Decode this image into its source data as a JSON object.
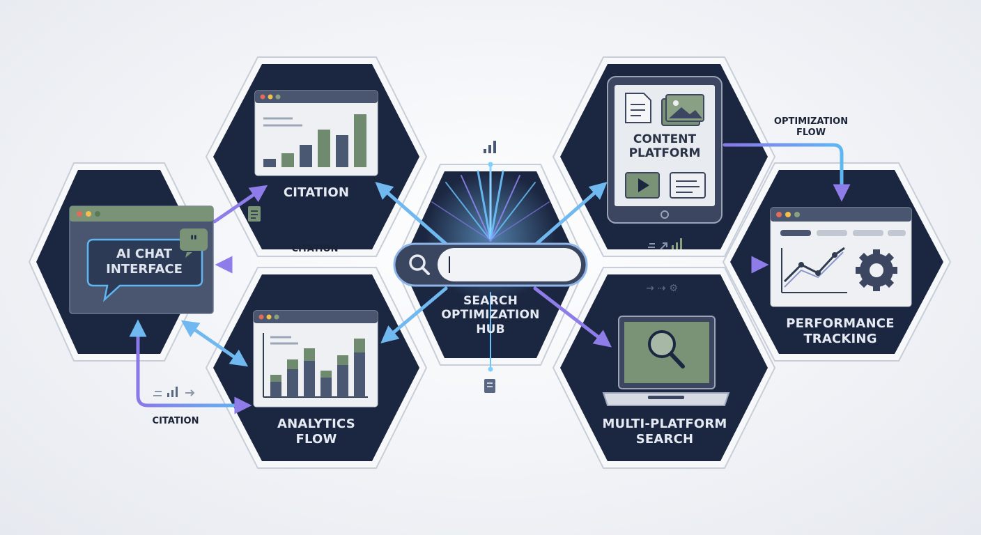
{
  "nodes": {
    "ai_chat": "AI CHAT\nINTERFACE",
    "citation_top": "CITATION",
    "analytics": "ANALYTICS\nFLOW",
    "hub": "SEARCH\nOPTIMIZATION\nHUB",
    "content_platform": "CONTENT\nPLATFORM",
    "multi_platform": "MULTI-PLATFORM\nSEARCH",
    "performance": "PERFORMANCE\nTRACKING"
  },
  "connectors": {
    "citation_mid": "CITATION",
    "citation_bottom": "CITATION",
    "optimization_flow": "OPTIMIZATION\nFLOW"
  },
  "search": {
    "placeholder": ""
  },
  "colors": {
    "hex_fill": "#1b2640",
    "hex_border": "#c5cbd6",
    "window_bg": "#eef0f4",
    "bar_green": "#6f8a6e",
    "bar_dark": "#4a5872",
    "accent_blue": "#5fb7f2",
    "accent_purple": "#8a78e8"
  },
  "icons": [
    "search-icon",
    "chat-quote-icon",
    "bar-chart-icon",
    "document-icon",
    "image-icon",
    "play-icon",
    "gear-icon",
    "magnifier-icon",
    "trend-icon"
  ]
}
